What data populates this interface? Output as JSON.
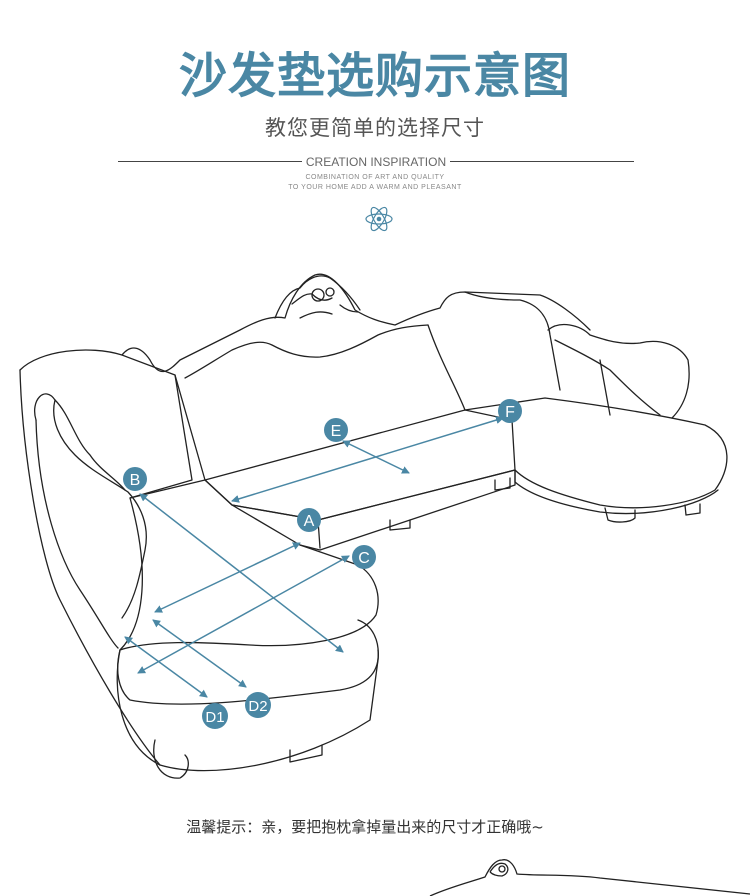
{
  "header": {
    "title": "沙发垫选购示意图",
    "subtitle": "教您更简单的选择尺寸",
    "divider_text": "CREATION INSPIRATION",
    "small_line_1": "COMBINATION OF ART AND QUALITY",
    "small_line_2": "TO YOUR HOME ADD A WARM AND PLEASANT",
    "emblem_icon": "atom-icon"
  },
  "diagram": {
    "accent_color": "#4a87a4",
    "labels": {
      "a": "A",
      "b": "B",
      "c": "C",
      "d1": "D1",
      "d2": "D2",
      "e": "E",
      "f": "F"
    }
  },
  "footer": {
    "tip": "温馨提示：亲，要把抱枕拿掉量出来的尺寸才正确哦~"
  }
}
